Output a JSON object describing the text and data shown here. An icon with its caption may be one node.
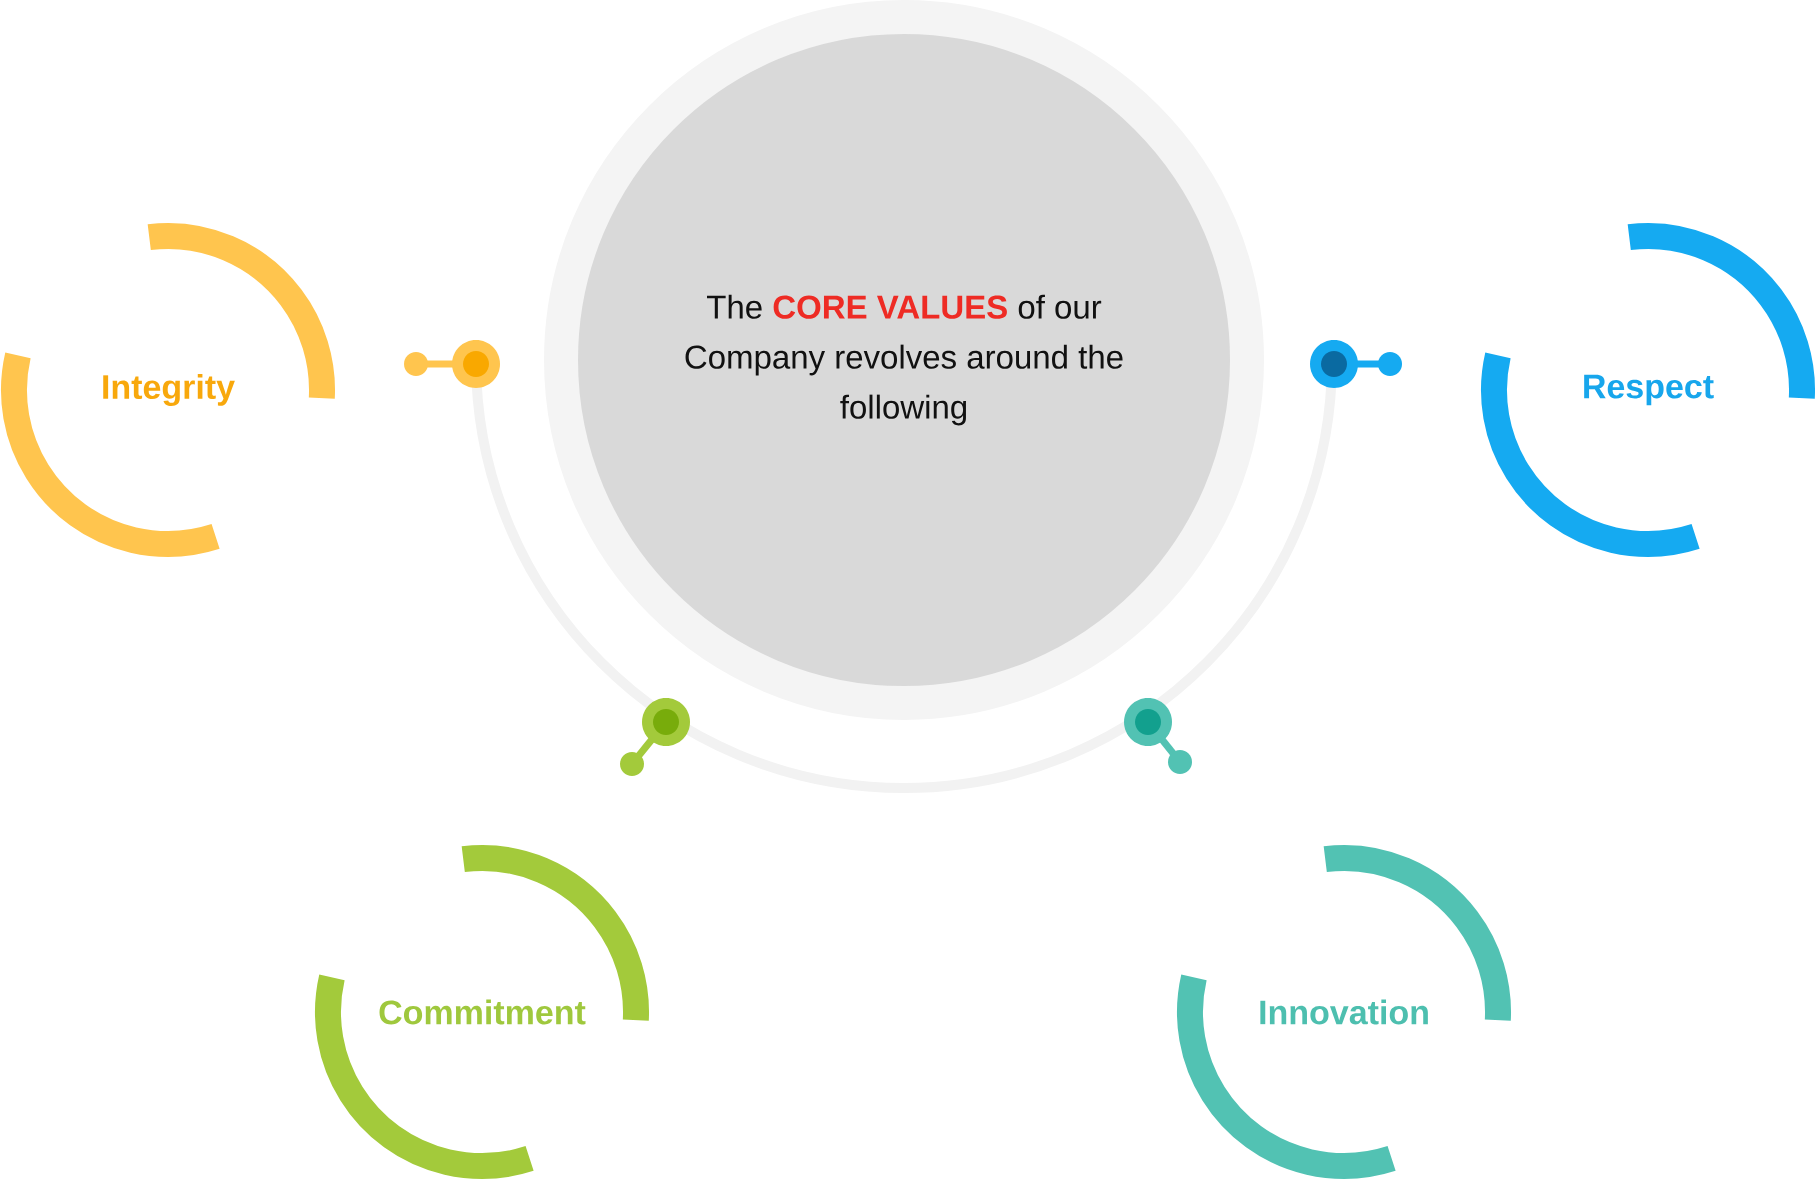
{
  "diagram": {
    "nodes": [
      {
        "text": [
          "The **CORE VALUES** of our Company revolves around the following"
        ]
      },
      {
        "text": [
          "Integrity"
        ]
      },
      {
        "text": [
          "Respect"
        ]
      },
      {
        "text": [
          "Commitment"
        ]
      },
      {
        "text": [
          "Innovation"
        ]
      }
    ]
  }
}
